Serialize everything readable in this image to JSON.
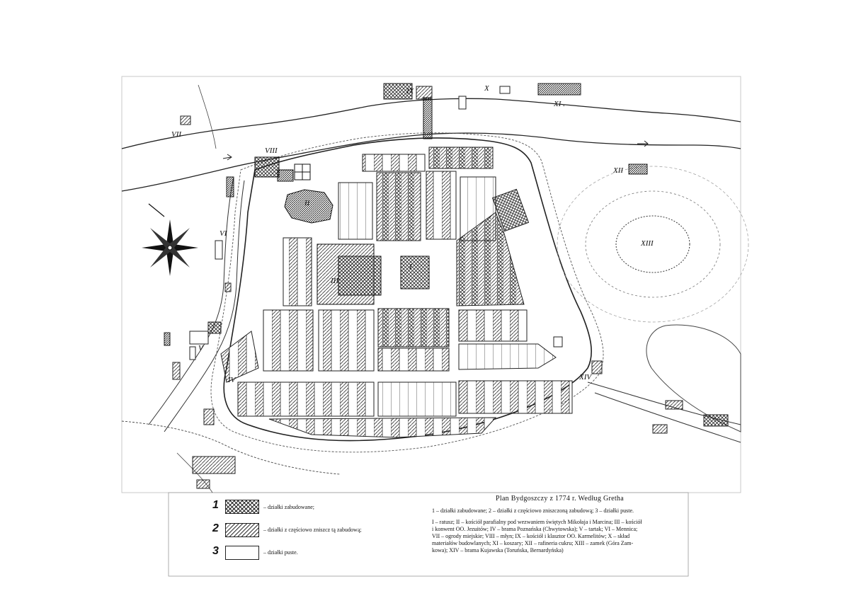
{
  "map": {
    "roman_labels": {
      "i": "I",
      "ii": "II",
      "iii": "III",
      "iv": "IV",
      "v": "V",
      "vi": "VI",
      "vii": "VII",
      "viii": "VIII",
      "ix": "IX",
      "x": "X",
      "xi": "XI .",
      "xii": "XII",
      "xiii": "XIII",
      "xiv": "XIV"
    }
  },
  "legend": {
    "items": [
      {
        "num": "1",
        "text": "– działki zabudowane;"
      },
      {
        "num": "2",
        "text": "– działki z częściowo zniszcz tą zabudową;"
      },
      {
        "num": "3",
        "text": "– działki puste."
      }
    ]
  },
  "caption": {
    "title": "Plan Bydgoszczy z 1774 r. Według Gretha",
    "line1": "1 – działki zabudowane; 2 – działki z częściowo zniszczoną zabudową; 3 – działki puste.",
    "line2": "I – ratusz; II – kościół parafialny pod wezwaniem świętych Mikołaja i Marcina; III – kościół",
    "line3": "i konwent OO. Jezuitów; IV – brama Poznańska (Chwytowska); V – tartak; VI – Mennica;",
    "line4": "VII – ogrody miejskie; VIII – młyn; IX – kościół i klasztor OO. Karmelitów; X – skład",
    "line5": "materiałów budowlanych; XI – koszary; XII – rafineria cukru; XIII – zamek (Góra Zam-",
    "line6": "kowa); XIV – brama Kujawska (Toruńska, Bernardyńska)"
  }
}
